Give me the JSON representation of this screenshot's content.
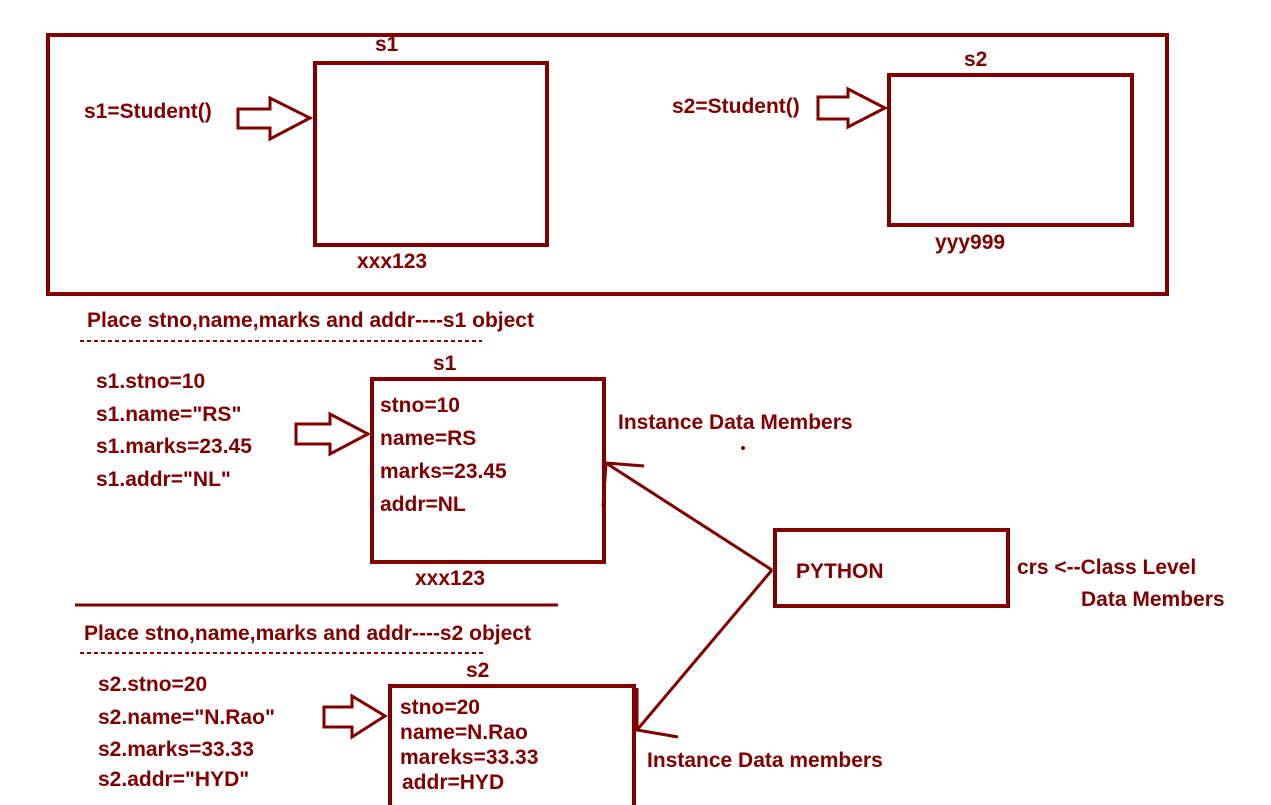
{
  "theme": {
    "ink": "#800000",
    "background": "#ffffff"
  },
  "top": {
    "s1_label": "s1",
    "s1_create": "s1=Student()",
    "s1_addr": "xxx123",
    "s2_label": "s2",
    "s2_create": "s2=Student()",
    "s2_addr": "yyy999"
  },
  "section1": {
    "heading": "Place stno,name,marks and addr----s1 object",
    "assignments": [
      "s1.stno=10",
      "s1.name=\"RS\"",
      "s1.marks=23.45",
      "s1.addr=\"NL\""
    ],
    "object_label": "s1",
    "object_fields": [
      "stno=10",
      "name=RS",
      "marks=23.45",
      "addr=NL"
    ],
    "object_addr": "xxx123",
    "note": "Instance Data Members"
  },
  "class_level": {
    "box_text": "PYTHON",
    "note_line1": "crs <--Class Level",
    "note_line2": "Data Members"
  },
  "section2": {
    "heading": "Place stno,name,marks and addr----s2 object",
    "assignments": [
      "s2.stno=20",
      "s2.name=\"N.Rao\"",
      "s2.marks=33.33",
      "s2.addr=\"HYD\""
    ],
    "object_label": "s2",
    "object_fields": [
      "stno=20",
      "name=N.Rao",
      "mareks=33.33",
      "addr=HYD"
    ],
    "note": "Instance Data members"
  }
}
